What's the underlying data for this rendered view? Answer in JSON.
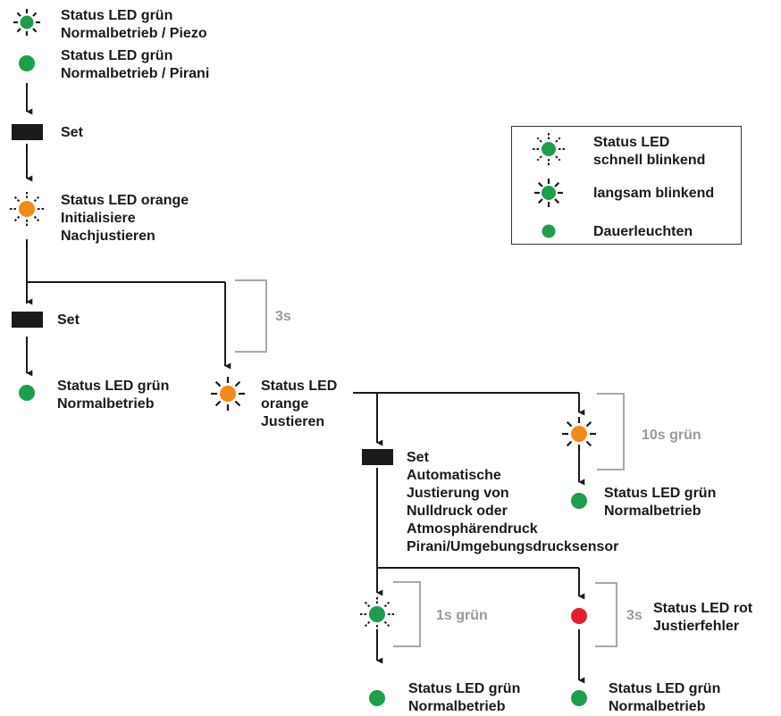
{
  "colors": {
    "green": "#1e9e4a",
    "orange": "#f08a1c",
    "red": "#e3202a",
    "line": "#1a1a1a",
    "bracket": "#a8a8a8"
  },
  "icons": [
    "led-fast-blink-icon",
    "led-slow-blink-icon",
    "led-steady-icon",
    "set-button-icon",
    "arrow-down-icon"
  ],
  "steps": {
    "piezo": [
      "Status LED grün",
      "Normalbetrieb / Piezo"
    ],
    "pirani": [
      "Status LED grün",
      "Normalbetrieb / Pirani"
    ],
    "set1": "Set",
    "init": [
      "Status LED orange",
      "Initialisiere",
      "Nachjustieren"
    ],
    "set2": "Set",
    "normal1": [
      "Status LED grün",
      "Normalbetrieb"
    ],
    "delay3s": "3s",
    "justieren": [
      "Status LED",
      "orange",
      "Justieren"
    ],
    "delay10s": "10s grün",
    "normal2": [
      "Status LED grün",
      "Normalbetrieb"
    ],
    "set3": [
      "Set",
      "Automatische",
      "Justierung von",
      "Nulldruck oder",
      "Atmosphärendruck",
      "Pirani/Umgebungsdrucksensor"
    ],
    "delay1s": "1s grün",
    "delay3s_b": "3s",
    "error": [
      "Status LED rot",
      "Justierfehler"
    ],
    "normal3": [
      "Status LED grün",
      "Normalbetrieb"
    ],
    "normal4": [
      "Status LED grün",
      "Normalbetrieb"
    ]
  },
  "legend": {
    "fast": [
      "Status LED",
      "schnell blinkend"
    ],
    "slow": "langsam blinkend",
    "steady": "Dauerleuchten"
  }
}
